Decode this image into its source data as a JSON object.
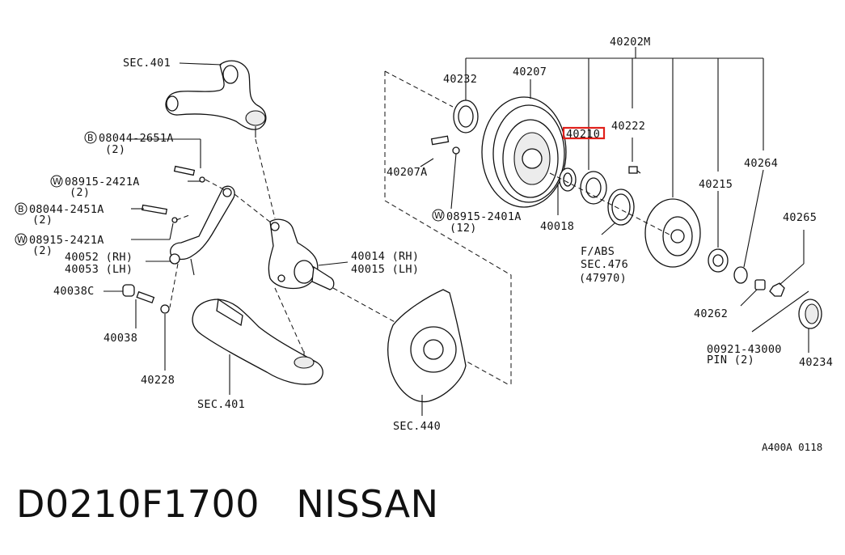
{
  "labels": {
    "sec401_top": "SEC.401",
    "b08044_2651a": "08044-2651A",
    "qty2_a": "(2)",
    "w08915_2421a_1": "08915-2421A",
    "qty2_b": "(2)",
    "b08044_2451a": "08044-2451A",
    "qty2_c": "(2)",
    "w08915_2421a_2": "08915-2421A",
    "qty2_d": "(2)",
    "p40052": "40052 (RH)",
    "p40053": "40053 (LH)",
    "p40038c": "40038C",
    "p40038": "40038",
    "p40228": "40228",
    "sec401_bottom": "SEC.401",
    "p40014": "40014 (RH)",
    "p40015": "40015 (LH)",
    "sec440": "SEC.440",
    "p40232": "40232",
    "p40207": "40207",
    "p40207a": "40207A",
    "w08915_2401a": "08915-2401A",
    "qty12": "(12)",
    "p40210": "40210",
    "p40018": "40018",
    "p40222": "40222",
    "p40202m": "40202M",
    "fabs": "F/ABS",
    "sec476": "SEC.476",
    "p47970": "(47970)",
    "p40215": "40215",
    "p40264": "40264",
    "p40265": "40265",
    "p40262": "40262",
    "p00921": "00921-43000",
    "pin2": "PIN (2)",
    "p40234": "40234",
    "ref_code": "A400A 0118"
  },
  "circled_marks": {
    "b": "B",
    "w": "W"
  },
  "highlight_color": "#e0201a",
  "caption": "D0210F1700   NISSAN"
}
